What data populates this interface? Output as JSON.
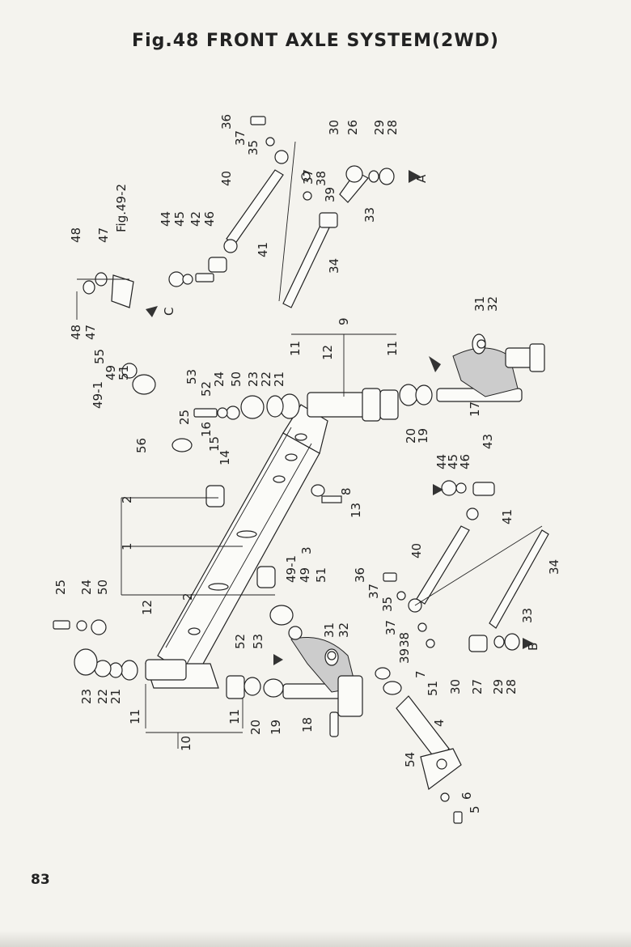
{
  "page": {
    "title": "Fig.48  FRONT AXLE SYSTEM(2WD)",
    "page_number": "83"
  },
  "diagram": {
    "ref_fig": "Fig.49-2",
    "arrow_letters": [
      "A",
      "B",
      "C"
    ],
    "callouts": [
      "1",
      "2",
      "3",
      "4",
      "5",
      "6",
      "7",
      "8",
      "9",
      "10",
      "11",
      "12",
      "13",
      "14",
      "15",
      "16",
      "17",
      "18",
      "19",
      "20",
      "21",
      "22",
      "23",
      "24",
      "25",
      "26",
      "27",
      "28",
      "29",
      "30",
      "31",
      "32",
      "33",
      "34",
      "35",
      "36",
      "37",
      "38",
      "39",
      "40",
      "41",
      "42",
      "43",
      "44",
      "45",
      "46",
      "47",
      "48",
      "49",
      "49-1",
      "50",
      "51",
      "52",
      "53",
      "54",
      "55",
      "56"
    ]
  }
}
